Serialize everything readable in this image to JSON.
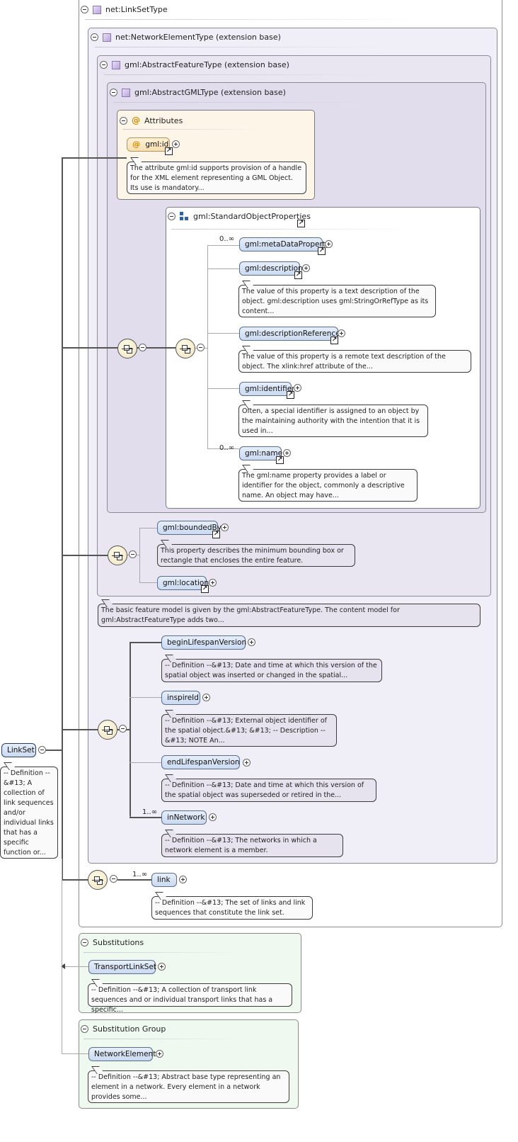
{
  "root": {
    "type_title": "net:LinkSetType",
    "element": "LinkSet",
    "doc": "-- Definition --&#13; A collection of link sequences and/or individual links that has a specific function or..."
  },
  "network_element_type": "net:NetworkElementType (extension base)",
  "abstract_feature_type": "gml:AbstractFeatureType (extension base)",
  "abstract_gml_type": "gml:AbstractGMLType (extension base)",
  "attributes": {
    "title": "Attributes",
    "gml_id": "gml:id",
    "gml_id_doc": "The attribute gml:id supports provision of a handle for the XML element representing a GML Object. Its use is mandatory..."
  },
  "standard_object_properties": {
    "title": "gml:StandardObjectProperties",
    "items": [
      {
        "name": "gml:metaDataProperty",
        "mult": "0..∞",
        "doc": ""
      },
      {
        "name": "gml:description",
        "mult": "",
        "doc": "The value of this property is a text description of the object. gml:description uses gml:StringOrRefType as its content..."
      },
      {
        "name": "gml:descriptionReference",
        "mult": "",
        "doc": "The value of this property is a remote text description of the object. The xlink:href attribute of the..."
      },
      {
        "name": "gml:identifier",
        "mult": "",
        "doc": "Often, a special identifier is assigned to an object by the maintaining authority with the intention that it is used in..."
      },
      {
        "name": "gml:name",
        "mult": "0..∞",
        "doc": "The gml:name property provides a label or identifier for the object, commonly a descriptive name. An object may have..."
      }
    ]
  },
  "feature_props": {
    "bounded_by": "gml:boundedBy",
    "bounded_by_doc": "This property describes the minimum bounding box or rectangle that encloses the entire feature.",
    "location": "gml:location"
  },
  "abstract_feature_doc": "The basic feature model is given by the gml:AbstractFeatureType. The content model for gml:AbstractFeatureType adds two...",
  "network_element_props": [
    {
      "name": "beginLifespanVersion",
      "mult": "",
      "doc": "-- Definition --&#13; Date and time at which this version of the spatial object was inserted or changed in the spatial..."
    },
    {
      "name": "inspireId",
      "mult": "",
      "doc": "-- Definition --&#13; External object identifier of the spatial object.&#13; &#13; -- Description --&#13; NOTE An..."
    },
    {
      "name": "endLifespanVersion",
      "mult": "",
      "doc": "-- Definition --&#13; Date and time at which this version of the spatial object was superseded or retired in the..."
    },
    {
      "name": "inNetwork",
      "mult": "1..∞",
      "doc": "-- Definition --&#13; The networks in which a network element is a member."
    }
  ],
  "link": {
    "name": "link",
    "mult": "1..∞",
    "doc": "-- Definition --&#13; The set of links and link sequences that constitute the link set."
  },
  "substitutions": {
    "title": "Substitutions",
    "element": "TransportLinkSet",
    "doc": "-- Definition --&#13; A collection of transport link sequences and or individual transport links that has a specific..."
  },
  "substitution_group": {
    "title": "Substitution Group",
    "element": "NetworkElement",
    "doc": "-- Definition --&#13; Abstract base type representing an element in a network. Every element in a network provides some..."
  },
  "colors": {
    "type_box_bg": "#f0eef6",
    "attributes_bg": "#fdf6e8",
    "substitution_bg": "#eff9ef",
    "element_fill": "#d6e2f4",
    "attribute_fill": "#f6e0b4"
  }
}
